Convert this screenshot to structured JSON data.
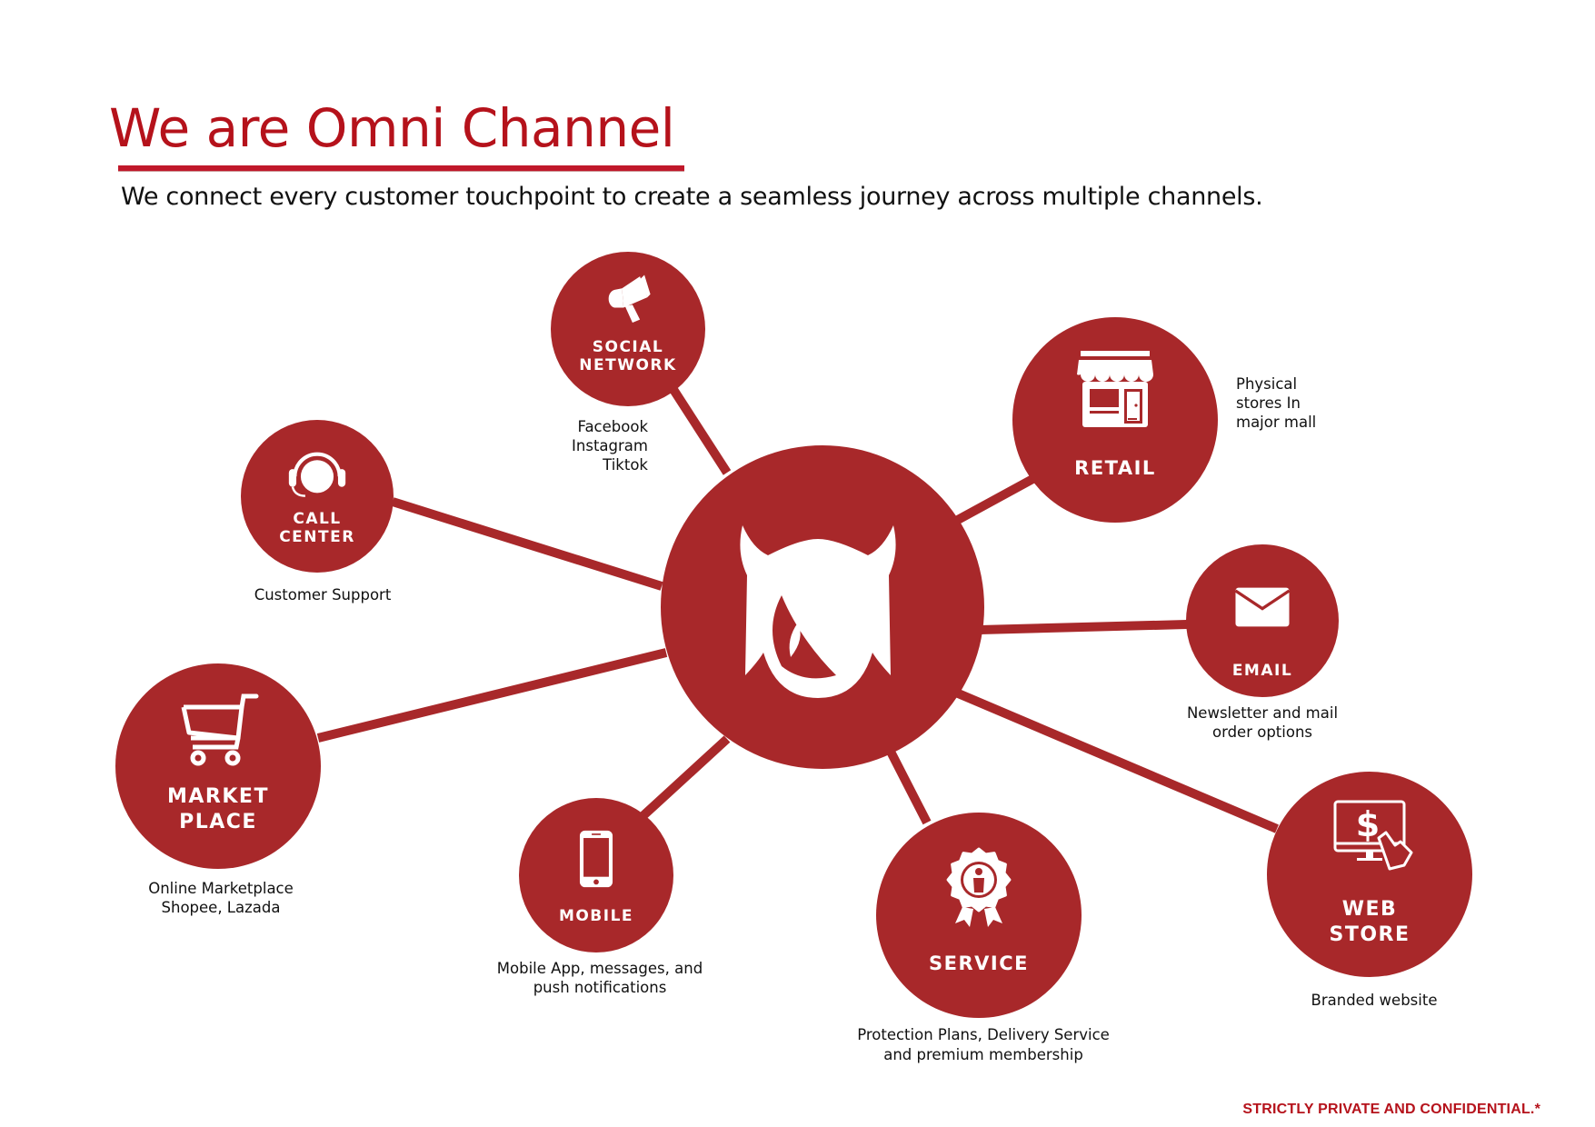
{
  "page": {
    "title": "We are Omni Channel",
    "subtitle": "We connect every customer touchpoint to create a seamless journey across multiple channels.",
    "footer": "STRICTLY PRIVATE AND CONFIDENTIAL.*"
  },
  "colors": {
    "brand_red": "#a8282a",
    "title_red": "#b5121b",
    "icon_white": "#ffffff",
    "text": "#111111"
  },
  "hub": {
    "name": "brand-logo-hub",
    "icon": "devil-logo-icon"
  },
  "channels": [
    {
      "id": "social-network",
      "label_lines": [
        "SOCIAL",
        "NETWORK"
      ],
      "icon": "megaphone-icon",
      "description_lines": [
        "Facebook",
        "Instagram",
        "Tiktok"
      ]
    },
    {
      "id": "retail",
      "label_lines": [
        "RETAIL"
      ],
      "icon": "storefront-icon",
      "description_lines": [
        "Physical",
        "stores In",
        "major mall"
      ]
    },
    {
      "id": "email",
      "label_lines": [
        "EMAIL"
      ],
      "icon": "envelope-icon",
      "description_lines": [
        "Newsletter and mail",
        "order options"
      ]
    },
    {
      "id": "web-store",
      "label_lines": [
        "WEB",
        "STORE"
      ],
      "icon": "monitor-dollar-click-icon",
      "description_lines": [
        "Branded website"
      ]
    },
    {
      "id": "service",
      "label_lines": [
        "SERVICE"
      ],
      "icon": "award-ribbon-icon",
      "description_lines": [
        "Protection Plans, Delivery Service",
        "and premium membership"
      ]
    },
    {
      "id": "mobile",
      "label_lines": [
        "MOBILE"
      ],
      "icon": "smartphone-icon",
      "description_lines": [
        "Mobile App, messages, and",
        "push notifications"
      ]
    },
    {
      "id": "market-place",
      "label_lines": [
        "MARKET",
        "PLACE"
      ],
      "icon": "shopping-cart-icon",
      "description_lines": [
        "Online Marketplace",
        "Shopee, Lazada"
      ]
    },
    {
      "id": "call-center",
      "label_lines": [
        "CALL",
        "CENTER"
      ],
      "icon": "headset-icon",
      "description_lines": [
        "Customer Support"
      ]
    }
  ]
}
